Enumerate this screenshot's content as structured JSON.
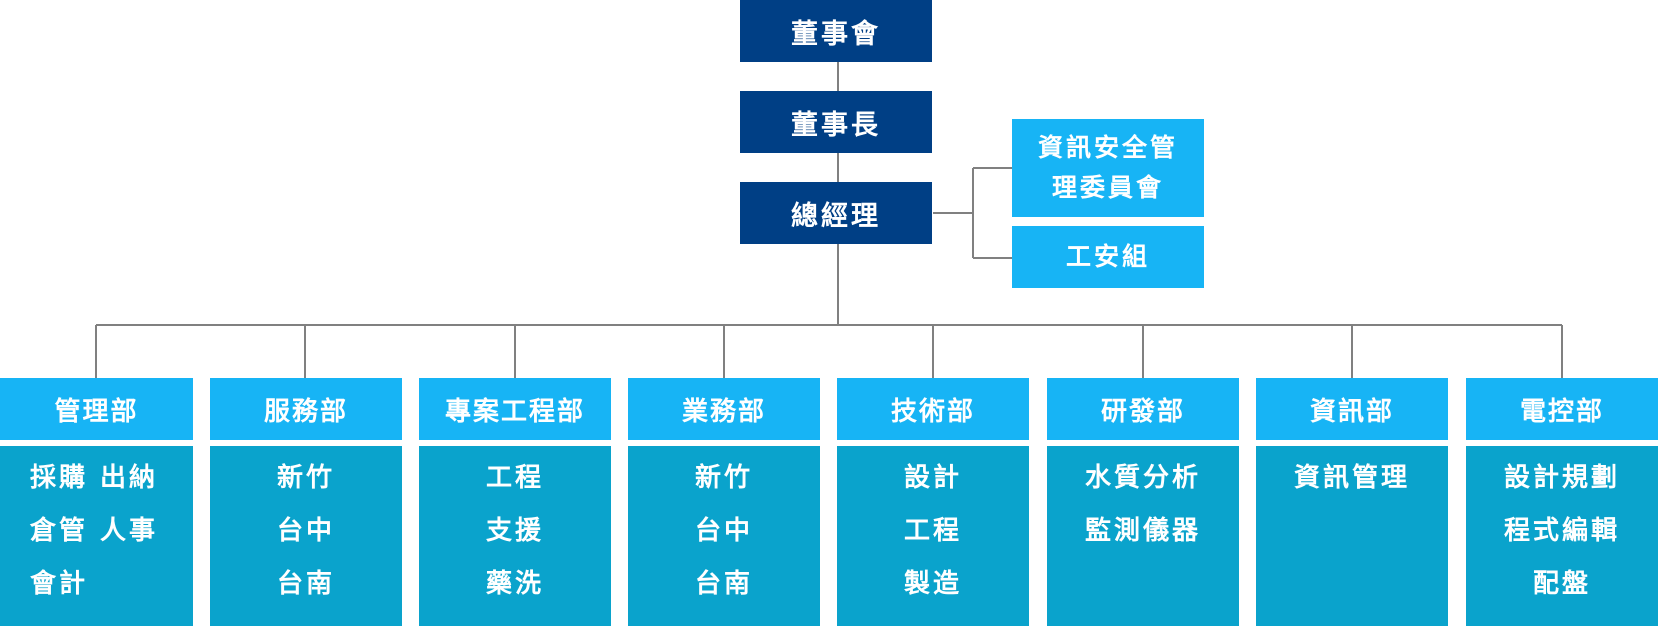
{
  "executive": {
    "board": "董事會",
    "chairman": "董事長",
    "general_manager": "總經理"
  },
  "staff_units": {
    "infosec_committee": [
      "資訊安全管",
      "理委員會"
    ],
    "safety_group": "工安組"
  },
  "departments": [
    {
      "name": "管理部",
      "duties": [
        "採購 出納",
        "倉管 人事",
        "會計"
      ]
    },
    {
      "name": "服務部",
      "duties": [
        "新竹",
        "台中",
        "台南"
      ]
    },
    {
      "name": "專案工程部",
      "duties": [
        "工程",
        "支援",
        "藥洗"
      ]
    },
    {
      "name": "業務部",
      "duties": [
        "新竹",
        "台中",
        "台南"
      ]
    },
    {
      "name": "技術部",
      "duties": [
        "設計",
        "工程",
        "製造"
      ]
    },
    {
      "name": "研發部",
      "duties": [
        "水質分析",
        "監測儀器"
      ]
    },
    {
      "name": "資訊部",
      "duties": [
        "資訊管理"
      ]
    },
    {
      "name": "電控部",
      "duties": [
        "設計規劃",
        "程式編輯",
        "配盤"
      ]
    }
  ],
  "colors": {
    "executive": "#003f85",
    "staff": "#17b4f5",
    "department_header": "#17b4f5",
    "department_body": "#0aa3cc",
    "connector": "#808080"
  }
}
